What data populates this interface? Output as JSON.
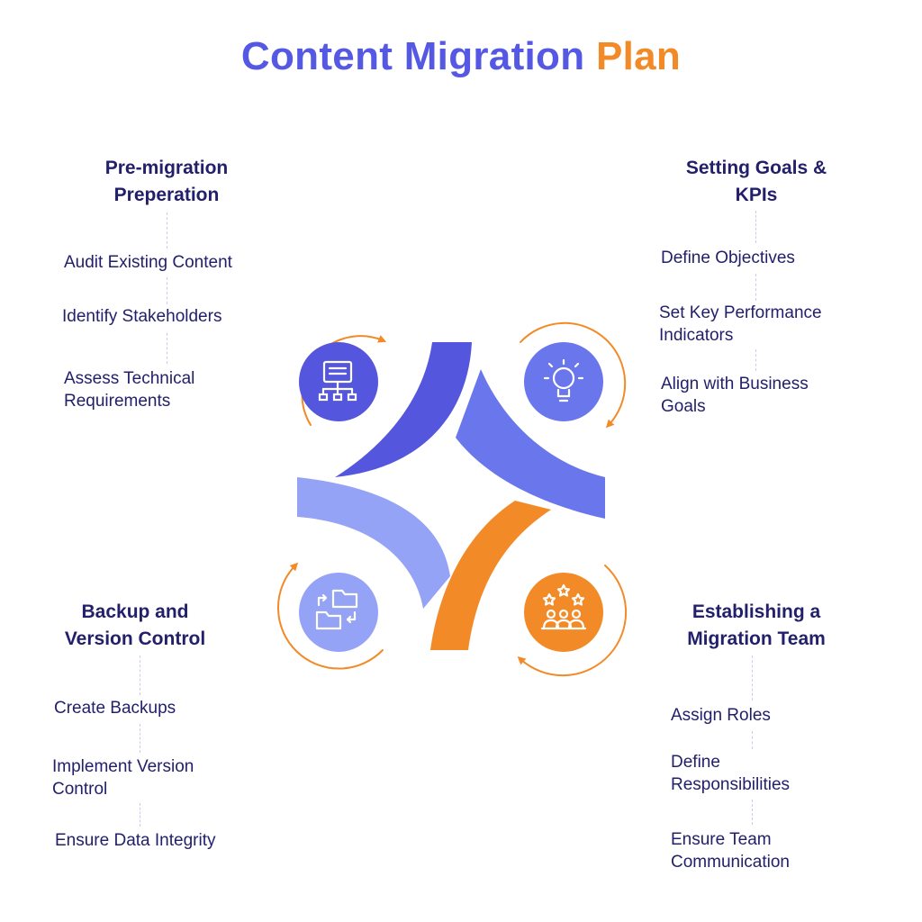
{
  "title": {
    "main": "Content Migration",
    "accent": "Plan"
  },
  "colors": {
    "title": "#5558E3",
    "accent": "#F28A27",
    "dark_text": "#23206B",
    "blue_dark": "#5456DD",
    "blue_mid": "#6A77EC",
    "blue_light": "#94A3F5",
    "orange": "#F28A27"
  },
  "sections": {
    "pre_migration": {
      "heading_line1": "Pre-migration",
      "heading_line2": "Preperation",
      "items": [
        "Audit Existing Content",
        "Identify Stakeholders",
        "Assess Technical",
        "Requirements"
      ],
      "icon": "network-hierarchy-icon"
    },
    "setting_goals": {
      "heading_line1": "Setting Goals &",
      "heading_line2": "KPIs",
      "items": [
        "Define Objectives",
        "Set Key Performance",
        "Indicators",
        "Align with Business",
        "Goals"
      ],
      "icon": "lightbulb-icon"
    },
    "backup": {
      "heading_line1": "Backup and",
      "heading_line2": "Version Control",
      "items": [
        "Create Backups",
        "Implement Version",
        "Control",
        "Ensure Data Integrity"
      ],
      "icon": "folder-sync-icon"
    },
    "migration_team": {
      "heading_line1": "Establishing a",
      "heading_line2": "Migration Team",
      "items": [
        "Assign Roles",
        "Define",
        "Responsibilities",
        "Ensure Team",
        "Communication"
      ],
      "icon": "team-stars-icon"
    }
  }
}
